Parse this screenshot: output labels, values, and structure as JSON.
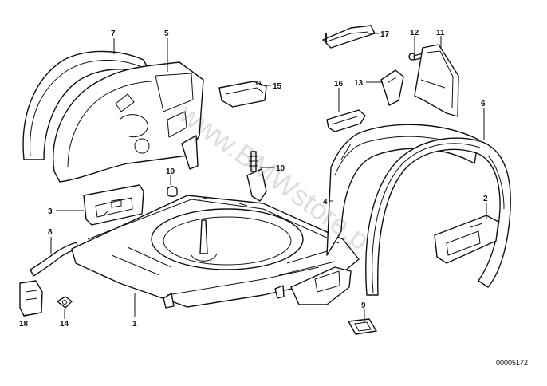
{
  "callouts": [
    {
      "id": "c1",
      "label": "1"
    },
    {
      "id": "c2",
      "label": "2"
    },
    {
      "id": "c3",
      "label": "3"
    },
    {
      "id": "c4",
      "label": "4"
    },
    {
      "id": "c5",
      "label": "5"
    },
    {
      "id": "c6",
      "label": "6"
    },
    {
      "id": "c7",
      "label": "7"
    },
    {
      "id": "c8",
      "label": "8"
    },
    {
      "id": "c9",
      "label": "9"
    },
    {
      "id": "c10",
      "label": "10"
    },
    {
      "id": "c11",
      "label": "11"
    },
    {
      "id": "c12",
      "label": "12"
    },
    {
      "id": "c13",
      "label": "13"
    },
    {
      "id": "c14",
      "label": "14"
    },
    {
      "id": "c15",
      "label": "15"
    },
    {
      "id": "c16",
      "label": "16"
    },
    {
      "id": "c17",
      "label": "17"
    },
    {
      "id": "c18",
      "label": "18"
    },
    {
      "id": "c19",
      "label": "19"
    }
  ],
  "watermark": "www.BMWstore.p",
  "diagram_code": "00005172"
}
